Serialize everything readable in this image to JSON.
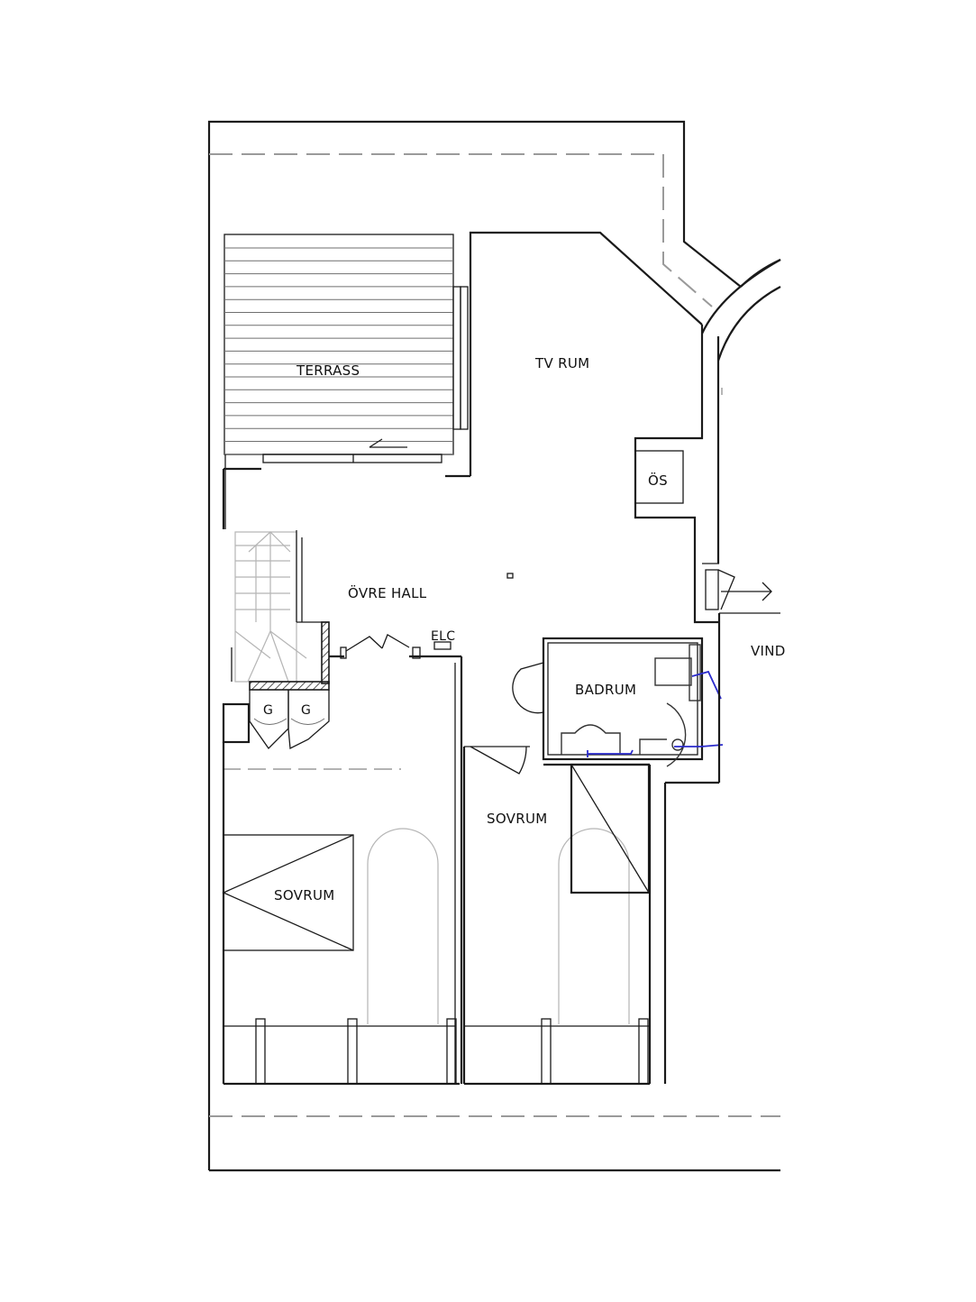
{
  "rooms": {
    "terrace": "TERRASS",
    "tv_room": "TV RUM",
    "wardrobe": "ÖS",
    "upper_hall": "ÖVRE HALL",
    "electric": "ELC",
    "attic": "VIND",
    "bathroom": "BADRUM",
    "bedroom_middle": "SOVRUM",
    "bedroom_left": "SOVRUM",
    "cabinet_1": "G",
    "cabinet_2": "G"
  },
  "colors": {
    "walls": "#1a1a1a",
    "plumbing": "#2b2bcc",
    "dashed_roofline": "#9a9a9a"
  }
}
